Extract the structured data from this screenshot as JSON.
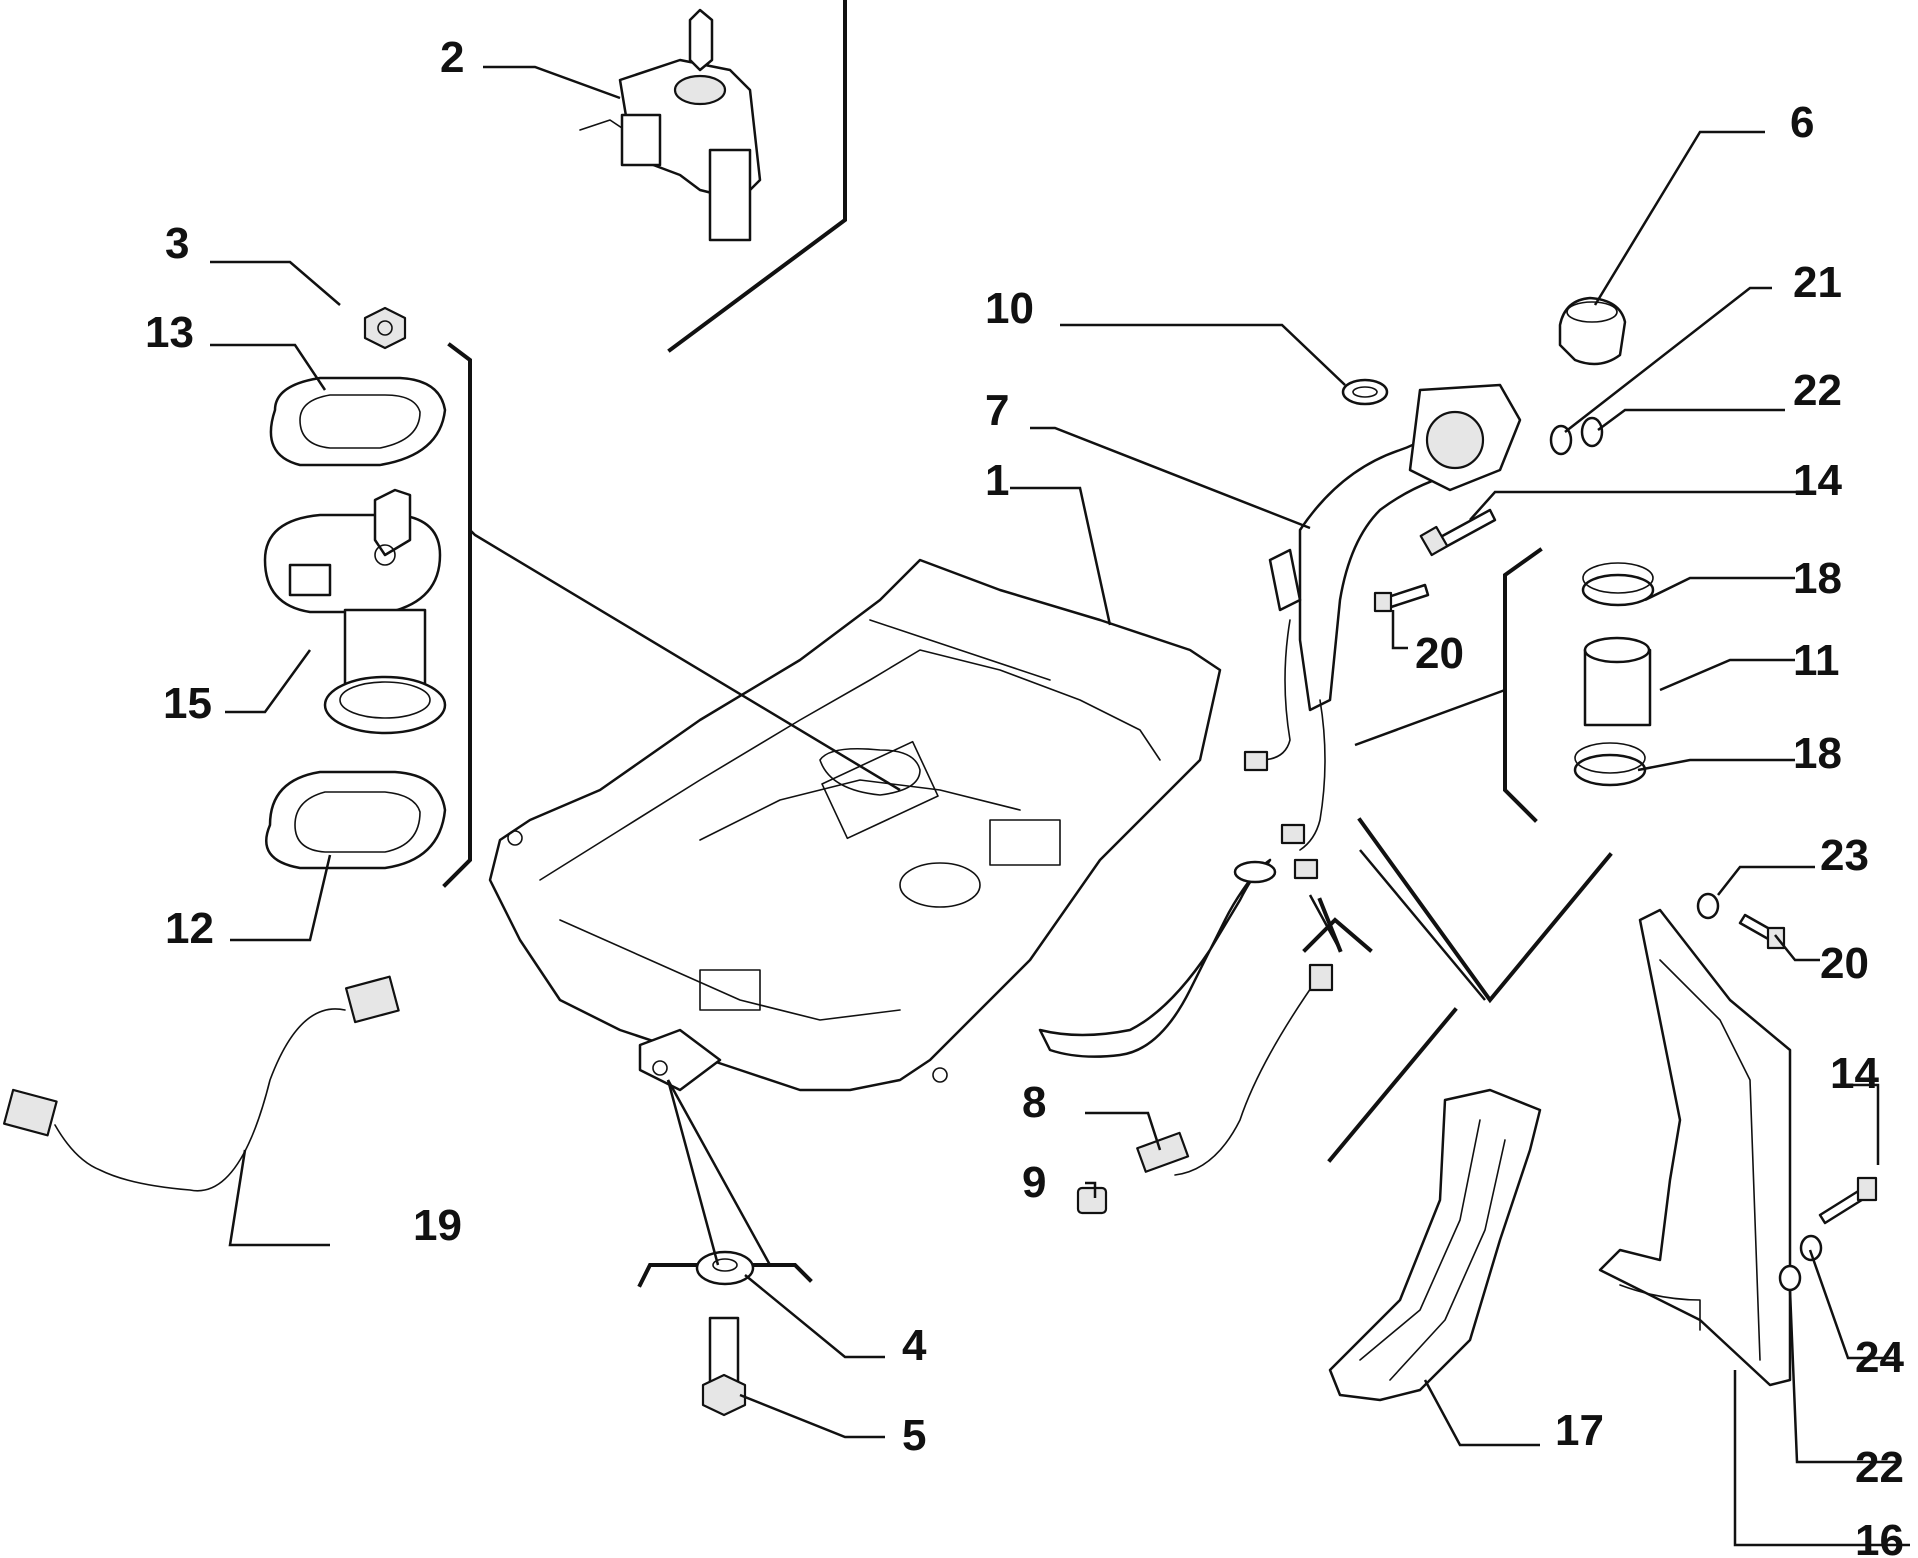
{
  "callouts": [
    {
      "id": "c1",
      "label": "1"
    },
    {
      "id": "c2",
      "label": "2"
    },
    {
      "id": "c3",
      "label": "3"
    },
    {
      "id": "c4",
      "label": "4"
    },
    {
      "id": "c5",
      "label": "5"
    },
    {
      "id": "c6",
      "label": "6"
    },
    {
      "id": "c7",
      "label": "7"
    },
    {
      "id": "c8",
      "label": "8"
    },
    {
      "id": "c9",
      "label": "9"
    },
    {
      "id": "c10",
      "label": "10"
    },
    {
      "id": "c11",
      "label": "11"
    },
    {
      "id": "c12",
      "label": "12"
    },
    {
      "id": "c13",
      "label": "13"
    },
    {
      "id": "c14a",
      "label": "14"
    },
    {
      "id": "c14b",
      "label": "14"
    },
    {
      "id": "c15",
      "label": "15"
    },
    {
      "id": "c16",
      "label": "16"
    },
    {
      "id": "c17",
      "label": "17"
    },
    {
      "id": "c18a",
      "label": "18"
    },
    {
      "id": "c18b",
      "label": "18"
    },
    {
      "id": "c19",
      "label": "19"
    },
    {
      "id": "c20a",
      "label": "20"
    },
    {
      "id": "c20b",
      "label": "20"
    },
    {
      "id": "c21",
      "label": "21"
    },
    {
      "id": "c22a",
      "label": "22"
    },
    {
      "id": "c22b",
      "label": "22"
    },
    {
      "id": "c23",
      "label": "23"
    },
    {
      "id": "c24",
      "label": "24"
    }
  ]
}
